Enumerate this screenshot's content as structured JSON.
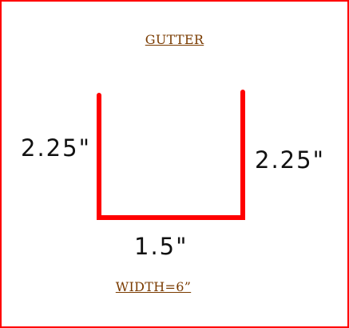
{
  "diagram": {
    "title": "GUTTER",
    "dimensions": {
      "left_side": "2.25\"",
      "right_side": "2.25\"",
      "bottom": "1.5\""
    },
    "note": "WIDTH=6”",
    "colors": {
      "border": "#ff0000",
      "profile": "#ff0000",
      "label_text": "#7a3b00",
      "dimension_text": "#111111",
      "background": "#ffffff"
    }
  }
}
